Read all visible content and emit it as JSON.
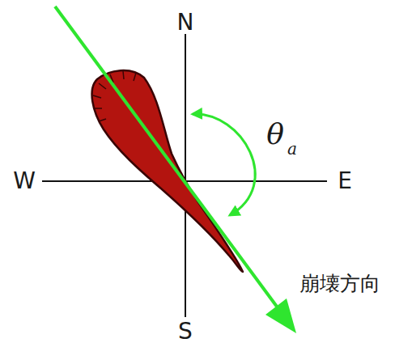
{
  "diagram": {
    "labels": [
      "N",
      "W",
      "E",
      "S",
      "θ",
      "a",
      "崩壊方向"
    ]
  }
}
